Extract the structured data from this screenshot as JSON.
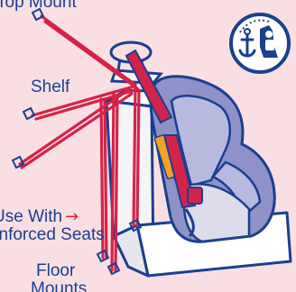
{
  "labels": {
    "top_mount": "Top Mount",
    "shelf": "Shelf",
    "use_with": "Use With",
    "reinforced_seats": "Reinforced Seats",
    "floor": "Floor",
    "mounts": "Mounts"
  },
  "icons": {
    "badge": "anchor-child-seat-icon",
    "pointer": "right-arrow-icon"
  },
  "colors": {
    "background": "#f9dfe3",
    "text": "#1b3f8e",
    "strap": "#d4234a",
    "arrow": "#e0202e",
    "car_seat": "#8f92c8",
    "vehicle_seat": "#f4f4f6"
  }
}
